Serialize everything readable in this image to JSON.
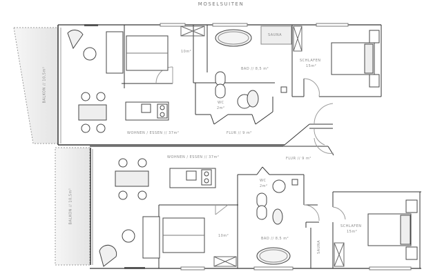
{
  "title": "MOSELSUITEN",
  "units": [
    {
      "name": "top-unit",
      "rooms": {
        "balkon": "BALKON // 10,5m²",
        "wohnen": "WOHNEN / ESSEN // 37m²",
        "flur": "FLUR // 9 m²",
        "wc": "WC",
        "wc_area": "2m²",
        "bad": "BAD // 8,5 m²",
        "sauna": "SAUNA",
        "schlafen": "SCHLAFEN",
        "schlafen_area": "15m²",
        "ankleide_area": "10m²"
      }
    },
    {
      "name": "bottom-unit",
      "rooms": {
        "balkon": "BALKON // 10,5m²",
        "wohnen": "WOHNEN / ESSEN // 37m²",
        "flur": "FLUR // 9 m²",
        "wc": "WC",
        "wc_area": "2m²",
        "bad": "BAD // 8,5 m²",
        "sauna": "SAUNA",
        "schlafen": "SCHLAFEN",
        "schlafen_area": "15m²",
        "ankleide_area": "10m²"
      }
    }
  ],
  "colors": {
    "wall": "#333333",
    "line": "#555555",
    "balcony_fill": "#eeeeee",
    "label": "#888888"
  }
}
